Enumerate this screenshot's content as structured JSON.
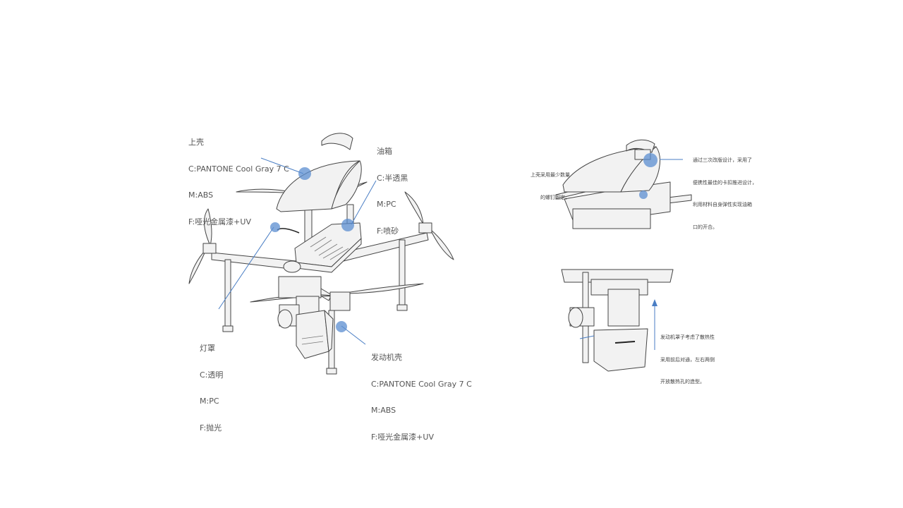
{
  "colors": {
    "accent_dot": "#5b8ed0",
    "leader_line": "#4a7ec4",
    "part_fill": "#f2f2f2",
    "part_stroke": "#444444"
  },
  "callouts": {
    "top_shell": {
      "title": "上壳",
      "color_spec": "C:PANTONE Cool Gray 7 C",
      "material_spec": "M:ABS",
      "finish_spec": "F:哑光金属漆+UV"
    },
    "fuel_tank": {
      "title": "油箱",
      "color_spec": "C:半透黑",
      "material_spec": "M:PC",
      "finish_spec": "F:喷砂"
    },
    "lamp_cover": {
      "title": "灯罩",
      "color_spec": "C:透明",
      "material_spec": "M:PC",
      "finish_spec": "F:抛光"
    },
    "engine_shell": {
      "title": "发动机壳",
      "color_spec": "C:PANTONE Cool Gray 7 C",
      "material_spec": "M:ABS",
      "finish_spec": "F:哑光金属漆+UV"
    }
  },
  "detail_notes": {
    "top_left": [
      "上壳采用最少数量",
      "的螺钉固定。"
    ],
    "top_right": [
      "通过三次改版设计，采用了",
      "便携性最佳的卡扣推进设计，",
      "利用材料自身弹性实现油箱",
      "口的开合。"
    ],
    "bottom": [
      "发动机罩子考虑了散热性",
      "采用前后对通，左右两侧",
      "开放散热孔的造型。"
    ]
  },
  "icons": {
    "callout_marker": "blue-dot-icon",
    "direction_arrow": "arrow-up-icon"
  }
}
